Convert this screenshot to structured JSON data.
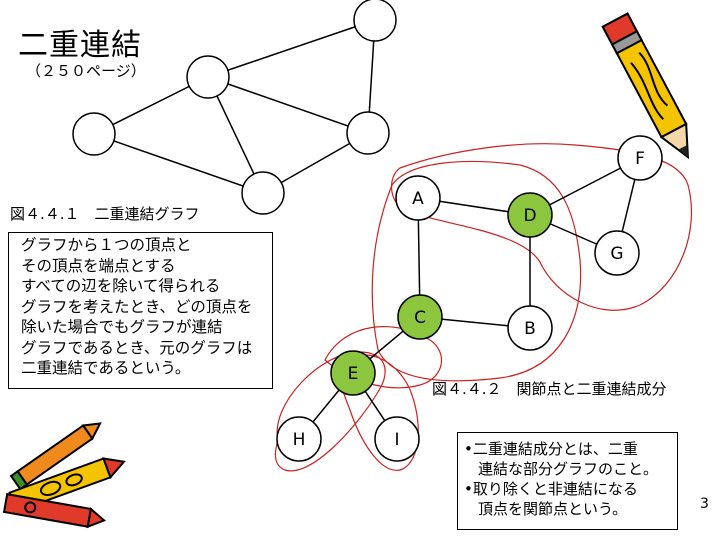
{
  "title": "二重連結",
  "page_reference": "（２５０ページ）",
  "figure1": {
    "caption": "図４.４.１　二重連結グラフ"
  },
  "definition": {
    "lines": [
      "グラフから１つの頂点と",
      "その頂点を端点とする",
      "すべての辺を除いて得られる",
      "グラフを考えたとき、どの頂点を",
      "除いた場合でもグラフが連結",
      "グラフであるとき、元のグラフは",
      "二重連結であるという。"
    ]
  },
  "figure2": {
    "caption": "図４.４.２　関節点と二重連結成分",
    "nodes": [
      "A",
      "B",
      "C",
      "D",
      "E",
      "F",
      "G",
      "H",
      "I"
    ],
    "node_fill_plain": "#ffffff",
    "node_fill_articulation": "#8cc63f",
    "component_outline_color": "#cc2222"
  },
  "notes": {
    "line1": "•二重連結成分とは、二重",
    "line2": "連結な部分グラフのこと。",
    "line3": "•取り除くと非連結になる",
    "line4": "頂点を関節点という。"
  },
  "page_number": "3"
}
